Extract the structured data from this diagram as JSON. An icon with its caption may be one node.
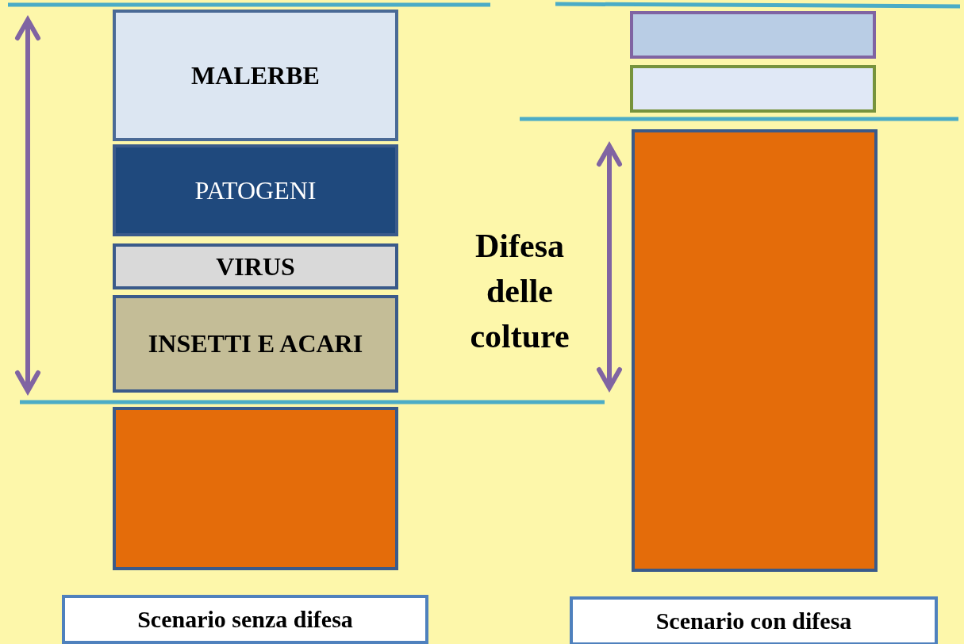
{
  "diagram": {
    "nodes": [
      {
        "text": [
          "MALERBE"
        ]
      },
      {
        "text": [
          "PATOGENI"
        ]
      },
      {
        "text": [
          "VIRUS"
        ]
      },
      {
        "text": [
          "INSETTI E ACARI"
        ]
      },
      {
        "text": [],
        "shape": "box"
      },
      {
        "text": [
          "Scenario senza difesa"
        ]
      },
      {
        "text": [],
        "shape": "box"
      },
      {
        "text": [],
        "shape": "box"
      },
      {
        "text": [],
        "shape": "box"
      },
      {
        "text": [
          "Scenario con difesa"
        ]
      }
    ],
    "labels": [
      "Difesa delle colture"
    ]
  }
}
